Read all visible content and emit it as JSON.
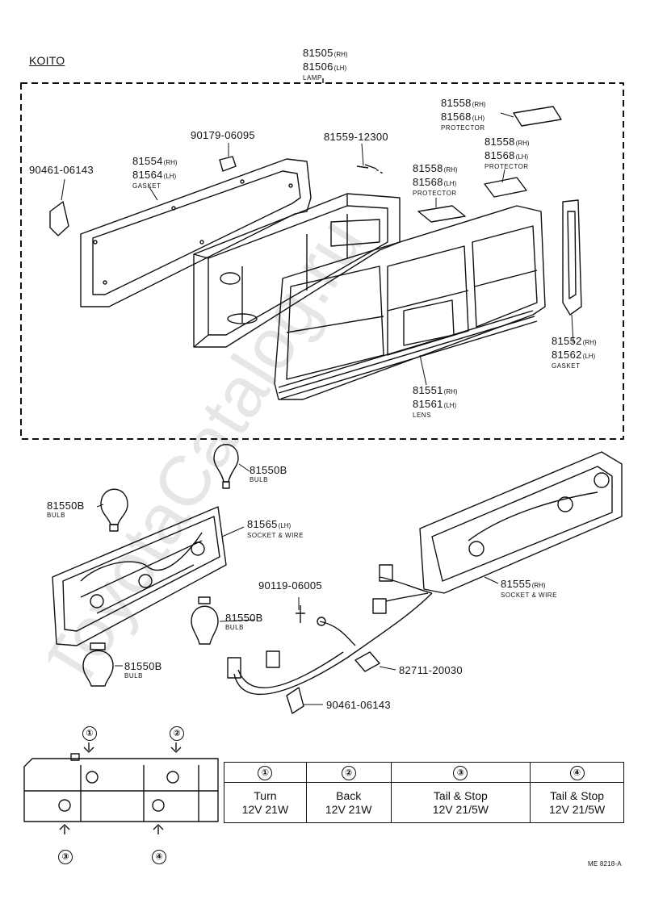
{
  "header": {
    "brand": "KOITO",
    "code": "ME 8218-A"
  },
  "parts": [
    {
      "id": "lamp",
      "lines": [
        {
          "num": "81505",
          "side": "(RH)"
        },
        {
          "num": "81506",
          "side": "(LH)"
        }
      ],
      "caption": "LAMP"
    },
    {
      "id": "protector_top",
      "lines": [
        {
          "num": "81558",
          "side": "(RH)"
        },
        {
          "num": "81568",
          "side": "(LH)"
        }
      ],
      "caption": "PROTECTOR"
    },
    {
      "id": "protector_mid",
      "lines": [
        {
          "num": "81558",
          "side": "(RH)"
        },
        {
          "num": "81568",
          "side": "(LH)"
        }
      ],
      "caption": "PROTECTOR"
    },
    {
      "id": "protector_left",
      "lines": [
        {
          "num": "81558",
          "side": "(RH)"
        },
        {
          "num": "81568",
          "side": "(LH)"
        }
      ],
      "caption": "PROTECTOR"
    },
    {
      "id": "nut",
      "lines": [
        {
          "num": "90179-06095",
          "side": ""
        }
      ],
      "caption": ""
    },
    {
      "id": "screw",
      "lines": [
        {
          "num": "81559-12300",
          "side": ""
        }
      ],
      "caption": ""
    },
    {
      "id": "gasket_left",
      "lines": [
        {
          "num": "81554",
          "side": "(RH)"
        },
        {
          "num": "81564",
          "side": "(LH)"
        }
      ],
      "caption": "GASKET"
    },
    {
      "id": "clip_top",
      "lines": [
        {
          "num": "90461-06143",
          "side": ""
        }
      ],
      "caption": ""
    },
    {
      "id": "gasket_right",
      "lines": [
        {
          "num": "81552",
          "side": "(RH)"
        },
        {
          "num": "81562",
          "side": "(LH)"
        }
      ],
      "caption": "GASKET"
    },
    {
      "id": "lens",
      "lines": [
        {
          "num": "81551",
          "side": "(RH)"
        },
        {
          "num": "81561",
          "side": "(LH)"
        }
      ],
      "caption": "LENS"
    },
    {
      "id": "bulb_top",
      "lines": [
        {
          "num": "81550B",
          "side": ""
        }
      ],
      "caption": "BULB"
    },
    {
      "id": "bulb_left",
      "lines": [
        {
          "num": "81550B",
          "side": ""
        }
      ],
      "caption": "BULB"
    },
    {
      "id": "socket_lh",
      "lines": [
        {
          "num": "81565",
          "side": "(LH)"
        }
      ],
      "caption": "SOCKET & WIRE"
    },
    {
      "id": "screw2",
      "lines": [
        {
          "num": "90119-06005",
          "side": ""
        }
      ],
      "caption": ""
    },
    {
      "id": "bulb_mid",
      "lines": [
        {
          "num": "81550B",
          "side": ""
        }
      ],
      "caption": "BULB"
    },
    {
      "id": "bulb_low",
      "lines": [
        {
          "num": "81550B",
          "side": ""
        }
      ],
      "caption": "BULB"
    },
    {
      "id": "socket_rh",
      "lines": [
        {
          "num": "81555",
          "side": "(RH)"
        }
      ],
      "caption": "SOCKET & WIRE"
    },
    {
      "id": "clamp",
      "lines": [
        {
          "num": "82711-20030",
          "side": ""
        }
      ],
      "caption": ""
    },
    {
      "id": "clip_bottom",
      "lines": [
        {
          "num": "90461-06143",
          "side": ""
        }
      ],
      "caption": ""
    }
  ],
  "legend": {
    "headers": [
      "①",
      "②",
      "③",
      "④"
    ],
    "rows": [
      [
        "Turn",
        "Back",
        "Tail & Stop",
        "Tail & Stop"
      ],
      [
        "12V 21W",
        "12V 21W",
        "12V 21/5W",
        "12V 21/5W"
      ]
    ],
    "callouts": [
      "①",
      "②",
      "③",
      "④"
    ]
  },
  "watermark": "ToyotaCatalog.ru",
  "colors": {
    "ink": "#111111",
    "paper": "#ffffff",
    "watermark": "#e9e9e9"
  }
}
